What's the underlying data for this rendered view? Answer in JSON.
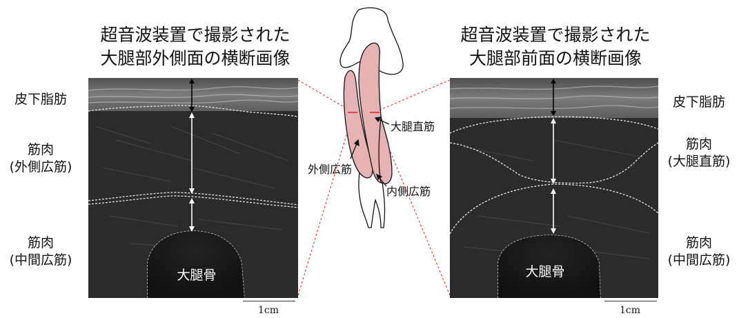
{
  "left_panel": {
    "title_line1": "超音波装置で撮影された",
    "title_line2": "大腿部外側面の横断画像",
    "label_fat": "皮下脂肪",
    "label_muscle1_line1": "筋肉",
    "label_muscle1_line2": "(外側広筋)",
    "label_muscle2_line1": "筋肉",
    "label_muscle2_line2": "(中間広筋)",
    "bone": "大腿骨",
    "scale": "1cm"
  },
  "right_panel": {
    "title_line1": "超音波装置で撮影された",
    "title_line2": "大腿部前面の横断画像",
    "label_fat": "皮下脂肪",
    "label_muscle1_line1": "筋肉",
    "label_muscle1_line2": "(大腿直筋)",
    "label_muscle2_line1": "筋肉",
    "label_muscle2_line2": "(中間広筋)",
    "bone": "大腿骨",
    "scale": "1cm"
  },
  "anatomy": {
    "rectus_femoris": "大腿直筋",
    "vastus_lateralis": "外側広筋",
    "vastus_medialis": "内側広筋"
  },
  "colors": {
    "ultrasound_bg": "#2a2a2a",
    "muscle_fill": "#e6b3b3",
    "guide_line": "#e02020"
  }
}
